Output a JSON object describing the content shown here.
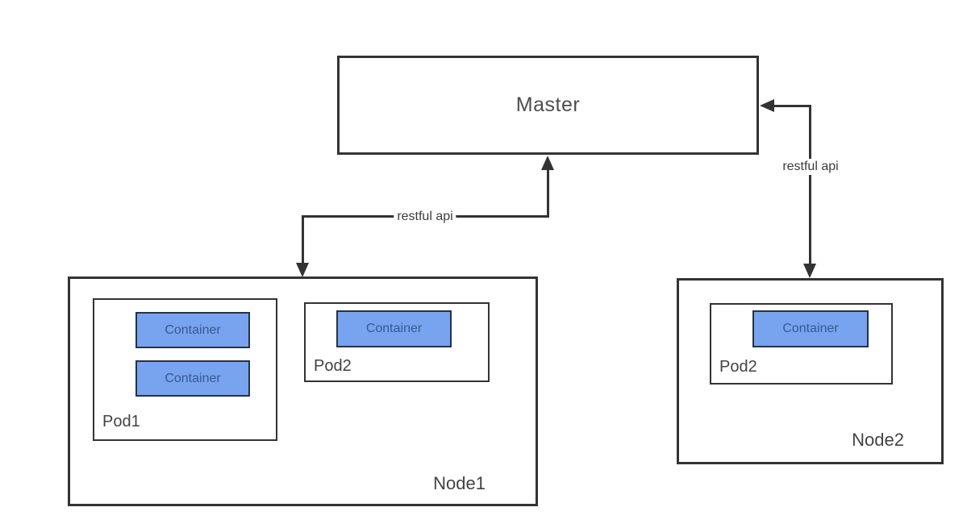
{
  "master": {
    "label": "Master"
  },
  "connectors": {
    "left": {
      "label": "restful api"
    },
    "right": {
      "label": "restful api"
    }
  },
  "nodes": {
    "node1": {
      "label": "Node1",
      "pods": {
        "pod1": {
          "label": "Pod1",
          "containers": [
            "Container",
            "Container"
          ]
        },
        "pod2": {
          "label": "Pod2",
          "containers": [
            "Container"
          ]
        }
      }
    },
    "node2": {
      "label": "Node2",
      "pods": {
        "pod2": {
          "label": "Pod2",
          "containers": [
            "Container"
          ]
        }
      }
    }
  },
  "colors": {
    "line": "#333333",
    "label_text": "#434343",
    "container_fill": "#78a3ee",
    "container_border": "#253248",
    "container_text": "#375a95",
    "background": "#ffffff"
  }
}
